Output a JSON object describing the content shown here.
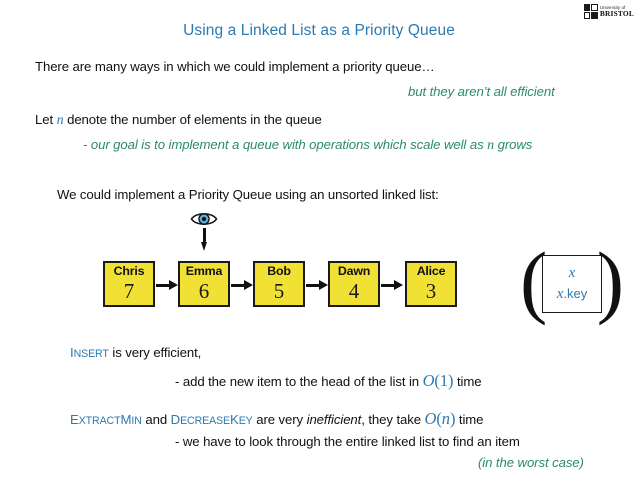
{
  "logo": {
    "line1": "University of",
    "line2": "BRISTOL",
    "name": "university-of-bristol-logo"
  },
  "title": "Using a Linked List as a Priority Queue",
  "body": {
    "line1": "There are many ways in which we could implement a priority queue…",
    "line2_italic": "but they aren’t all efficient",
    "line3_pre": "Let ",
    "line3_var": "n",
    "line3_post": " denote the number of elements in the queue",
    "line4_pre": "- our goal is to implement a queue with operations which scale well as ",
    "line4_var": "n",
    "line4_post": " grows",
    "line5": "We could implement a Priority Queue using an unsorted linked list:"
  },
  "diagram": {
    "eye_icon": "eye-icon",
    "down_arrow_icon": "down-arrow-icon",
    "nodes": [
      {
        "name": "Chris",
        "key": "7"
      },
      {
        "name": "Emma",
        "key": "6"
      },
      {
        "name": "Bob",
        "key": "5"
      },
      {
        "name": "Dawn",
        "key": "4"
      },
      {
        "name": "Alice",
        "key": "3"
      }
    ],
    "node_fill": "#f2e135",
    "node_border": "#1a1a1a"
  },
  "legend": {
    "paren_left": "(",
    "paren_right": ")",
    "x_label": "x",
    "key_var": "x",
    "key_suffix": ".key"
  },
  "operations": {
    "insert": {
      "cap": "I",
      "rest": "NSERT"
    },
    "insert_tail": " is very efficient,",
    "insert_detail_pre": "- add the new item to the head of the list in ",
    "insert_bigO": {
      "o": "O",
      "open": "(",
      "arg": "1",
      "close": ")"
    },
    "insert_detail_post": " time",
    "extractmin": {
      "cap1": "E",
      "rest1": "XTRACT",
      "cap2": "M",
      "rest2": "IN"
    },
    "and_text": " and ",
    "decreasekey": {
      "cap1": "D",
      "rest1": "ECREASE",
      "cap2": "K",
      "rest2": "EY"
    },
    "ops_mid": " are very ",
    "ops_italic": "inefficient",
    "ops_after": ", they take ",
    "ops_bigO": {
      "o": "O",
      "open": "(",
      "arg": "n",
      "close": ")"
    },
    "ops_tail": " time",
    "ops_detail": "- we have to look through the entire linked list to find an item",
    "worst_case": "(in the worst case)"
  },
  "colors": {
    "title_blue": "#2b7ab0",
    "teal": "#2c8a70",
    "node_yellow": "#f2e135",
    "text": "#111111"
  }
}
